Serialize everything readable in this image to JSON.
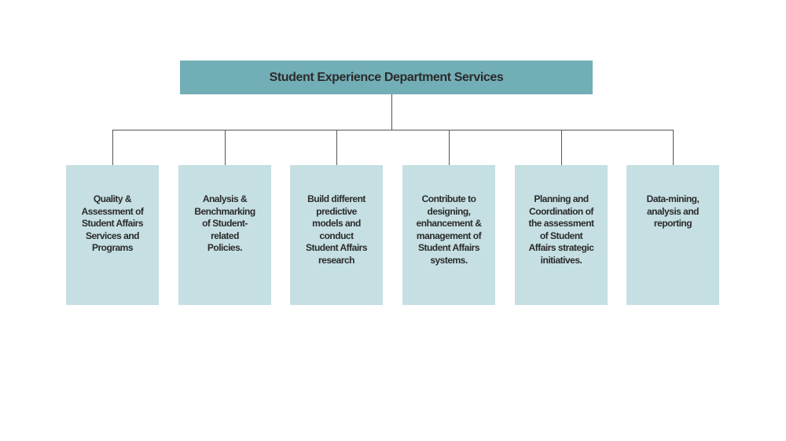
{
  "title": "Student Experience Department Services",
  "services": [
    {
      "label": "Quality &\nAssessment of\nStudent Affairs\nServices  and\nPrograms"
    },
    {
      "label": "Analysis &\nBenchmarking\nof Student-\nrelated\nPolicies."
    },
    {
      "label": "Build different\npredictive\nmodels and\nconduct\nStudent Affairs\nresearch"
    },
    {
      "label": "Contribute to\ndesigning,\nenhancement &\nmanagement of\nStudent Affairs\nsystems."
    },
    {
      "label": "Planning and\nCoordination of\nthe assessment\nof Student\nAffairs strategic\ninitiatives."
    },
    {
      "label": "Data-mining,\nanalysis and\nreporting"
    }
  ],
  "colors": {
    "header": "#72aeb6",
    "box": "#c5dfe2",
    "connector": "#555555"
  }
}
